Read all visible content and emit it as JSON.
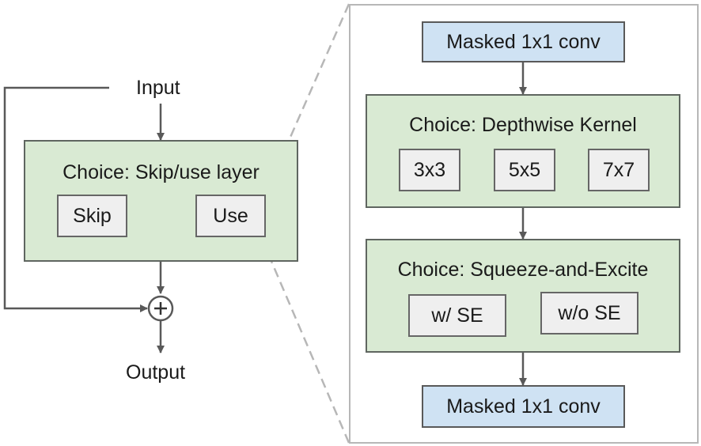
{
  "left": {
    "input_label": "Input",
    "output_label": "Output",
    "choice_title": "Choice: Skip/use layer",
    "options": [
      "Skip",
      "Use"
    ]
  },
  "right": {
    "top_conv": "Masked 1x1 conv",
    "depthwise": {
      "title": "Choice: Depthwise Kernel",
      "options": [
        "3x3",
        "5x5",
        "7x7"
      ]
    },
    "se": {
      "title": "Choice: Squeeze-and-Excite",
      "options": [
        "w/ SE",
        "w/o SE"
      ]
    },
    "bottom_conv": "Masked 1x1 conv"
  }
}
